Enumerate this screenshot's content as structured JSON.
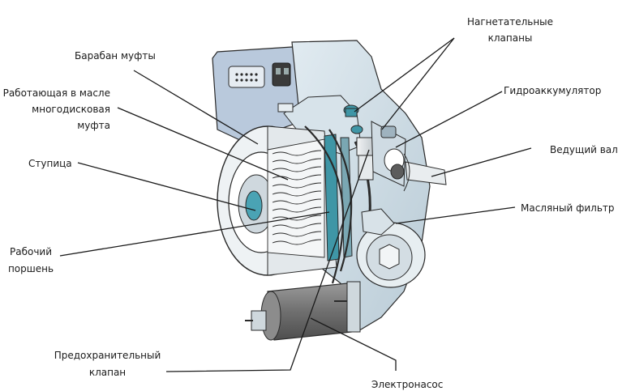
{
  "labels": {
    "clutch_drum": "Барабан муфты",
    "oil_clutch_1": "Работающая в масле",
    "oil_clutch_2": "многодисковая",
    "oil_clutch_3": "муфта",
    "hub": "Ступица",
    "piston_1": "Рабочий",
    "piston_2": "поршень",
    "relief_valve_1": "Предохранительный",
    "relief_valve_2": "клапан",
    "pressure_valves_1": "Нагнетательные",
    "pressure_valves_2": "клапаны",
    "accumulator": "Гидроаккумулятор",
    "drive_shaft": "Ведущий вал",
    "oil_filter": "Масляный фильтр",
    "electric_pump": "Электронасос"
  },
  "colors": {
    "housing": "#cfdde6",
    "housing_dark": "#a9bfcc",
    "connector_block": "#b7c8db",
    "teal_accent": "#3f96a6",
    "steel": "#d9dde0",
    "motor": "#7b7b7b",
    "leader_line": "#1a1a1a"
  }
}
